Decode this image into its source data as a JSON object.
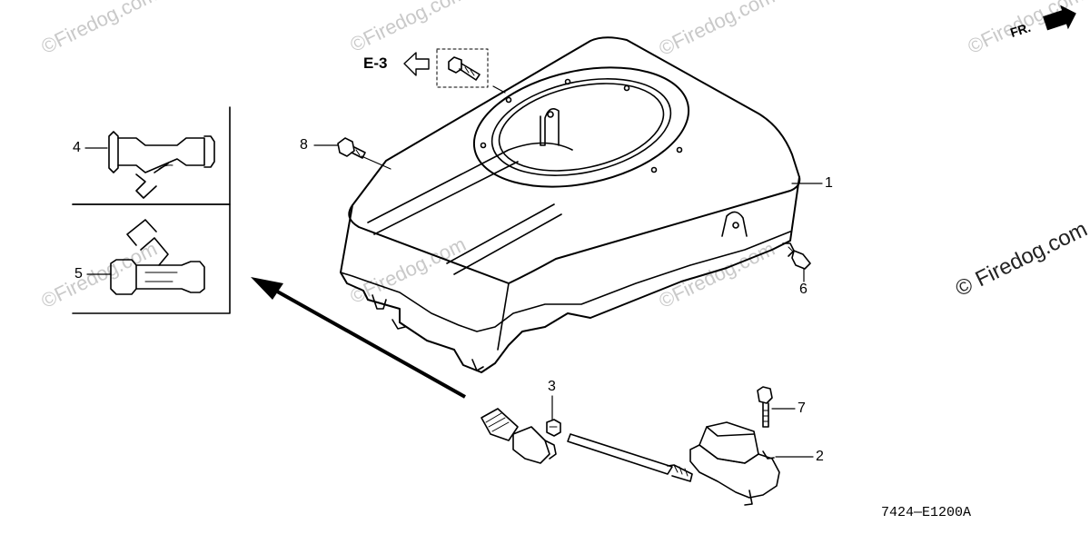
{
  "watermarks": {
    "small": "©Firedog.com",
    "large": "© Firedog.com"
  },
  "reference": {
    "section": "E-3",
    "direction": "FR."
  },
  "diagram_code": "7424—E1200A",
  "callouts": [
    {
      "id": "1",
      "label": "1"
    },
    {
      "id": "2",
      "label": "2"
    },
    {
      "id": "3",
      "label": "3"
    },
    {
      "id": "4",
      "label": "4"
    },
    {
      "id": "5",
      "label": "5"
    },
    {
      "id": "6",
      "label": "6"
    },
    {
      "id": "7",
      "label": "7"
    },
    {
      "id": "8",
      "label": "8"
    }
  ]
}
